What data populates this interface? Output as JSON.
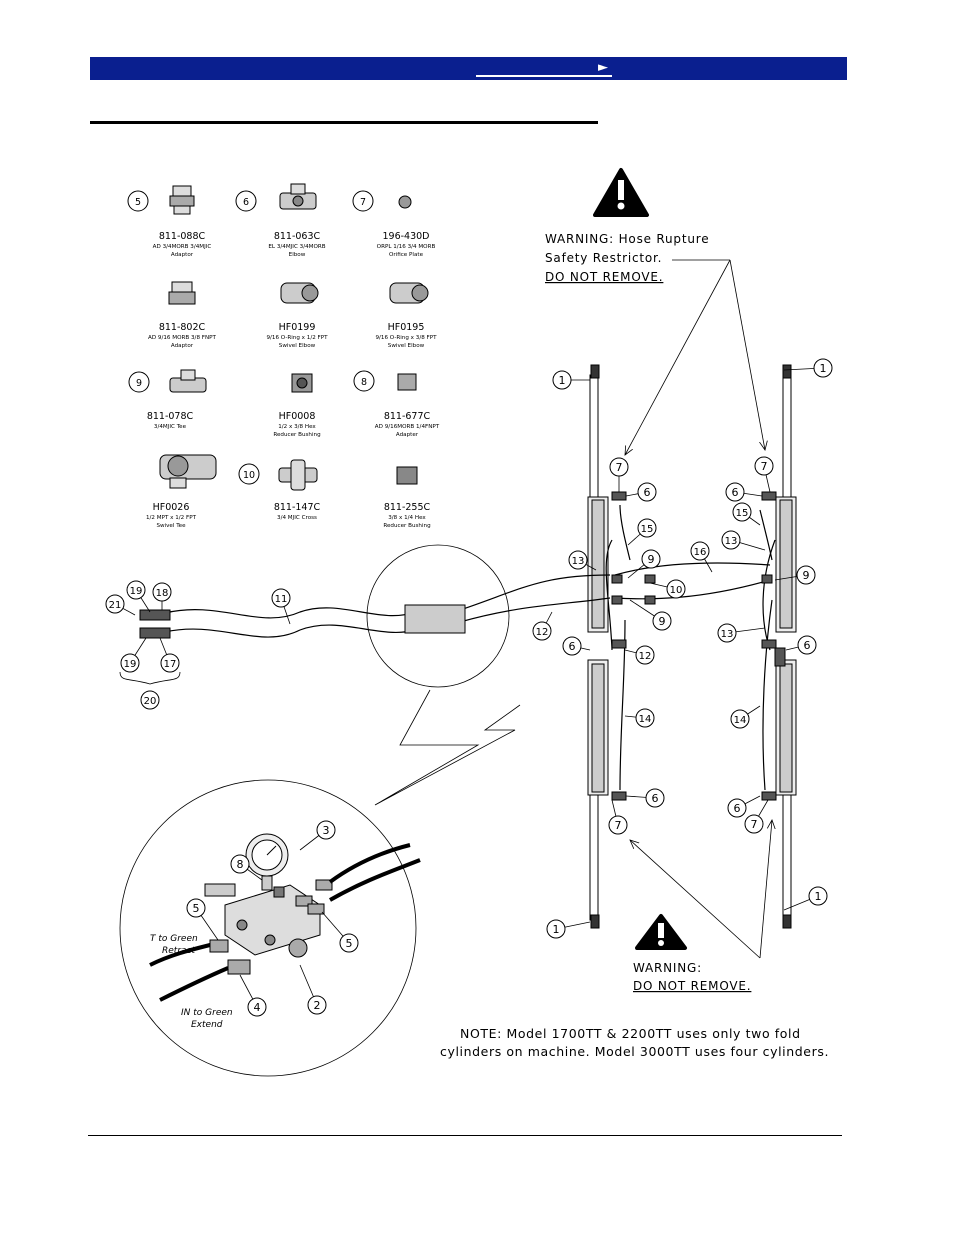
{
  "header": {
    "arrow": "►"
  },
  "parts": [
    {
      "num": "5",
      "pn": "811-088C",
      "d1": "AD 3/4MORB 3/4MJIC",
      "d2": "Adaptor"
    },
    {
      "num": "6",
      "pn": "811-063C",
      "d1": "EL 3/4MJIC 3/4MORB",
      "d2": "Elbow"
    },
    {
      "num": "7",
      "pn": "196-430D",
      "d1": "ORPL 1/16 3/4 MORB",
      "d2": "Orifice Plate"
    },
    {
      "num": "",
      "pn": "811-802C",
      "d1": "AD 9/16 MORB 3/8 FNPT",
      "d2": "Adaptor"
    },
    {
      "num": "",
      "pn": "HF0199",
      "d1": "9/16 O-Ring x 1/2 FPT",
      "d2": "Swivel Elbow"
    },
    {
      "num": "",
      "pn": "HF0195",
      "d1": "9/16 O-Ring x 3/8 FPT",
      "d2": "Swivel Elbow"
    },
    {
      "num": "9",
      "pn": "811-078C",
      "d1": "3/4MJIC Tee",
      "d2": ""
    },
    {
      "num": "",
      "pn": "HF0008",
      "d1": "1/2  x 3/8 Hex",
      "d2": "Reducer Bushing"
    },
    {
      "num": "8",
      "pn": "811-677C",
      "d1": "AD 9/16MORB 1/4FNPT",
      "d2": "Adapter"
    },
    {
      "num": "",
      "pn": "HF0026",
      "d1": "1/2 MPT x 1/2 FPT",
      "d2": "Swivel Tee"
    },
    {
      "num": "10",
      "pn": "811-147C",
      "d1": "3/4 MJIC Cross",
      "d2": ""
    },
    {
      "num": "",
      "pn": "811-255C",
      "d1": "3/8 x 1/4 Hex",
      "d2": "Reducer Bushing"
    }
  ],
  "warning_top": {
    "line1": "WARNING: Hose Rupture",
    "line2": "Safety Restrictor.",
    "line3": "DO NOT REMOVE."
  },
  "warning_bottom": {
    "line1": "WARNING:",
    "line2": "DO NOT REMOVE."
  },
  "note": {
    "line1": "NOTE:  Model 1700TT & 2200TT uses only two fold",
    "line2": "cylinders on machine.  Model 3000TT uses four cylinders."
  },
  "inset_labels": {
    "t_line1": "T to Green",
    "t_line2": "Retract",
    "in_line1": "IN to Green",
    "in_line2": "Extend"
  },
  "callouts": [
    "1",
    "2",
    "3",
    "4",
    "5",
    "6",
    "7",
    "8",
    "9",
    "10",
    "11",
    "12",
    "13",
    "14",
    "15",
    "16",
    "17",
    "18",
    "19",
    "20",
    "21"
  ],
  "colors": {
    "header": "#0a1f8f"
  }
}
